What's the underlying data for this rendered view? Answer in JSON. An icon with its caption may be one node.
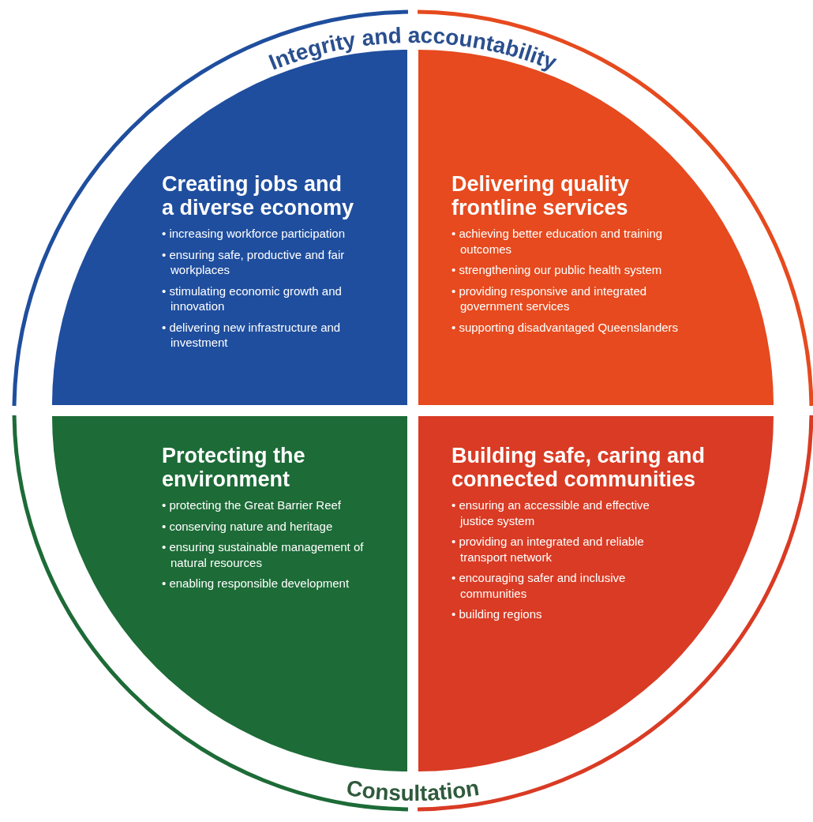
{
  "diagram": {
    "nodes": [
      {
        "text": [
          "Creating jobs and a diverse economy",
          "• increasing workforce participation",
          "• ensuring safe, productive and fair workplaces",
          "• stimulating economic growth and innovation",
          "• delivering new infrastructure and investment"
        ]
      },
      {
        "text": [
          "Delivering quality frontline services",
          "• achieving better education and training outcomes",
          "• strengthening our public health system",
          "• providing responsive and integrated government services",
          "• supporting disadvantaged Queenslanders"
        ]
      },
      {
        "text": [
          "Protecting the environment",
          "• protecting the Great Barrier Reef",
          "• conserving nature and heritage",
          "• ensuring sustainable management of natural resources",
          "• enabling responsible development"
        ]
      },
      {
        "text": [
          "Building safe, caring and connected communities",
          "• ensuring an accessible and effective justice system",
          "• providing an integrated and reliable transport network",
          "• encouraging safer and inclusive communities",
          "• building regions"
        ]
      }
    ],
    "labels": [
      "Integrity and accountability",
      "Consultation"
    ]
  }
}
